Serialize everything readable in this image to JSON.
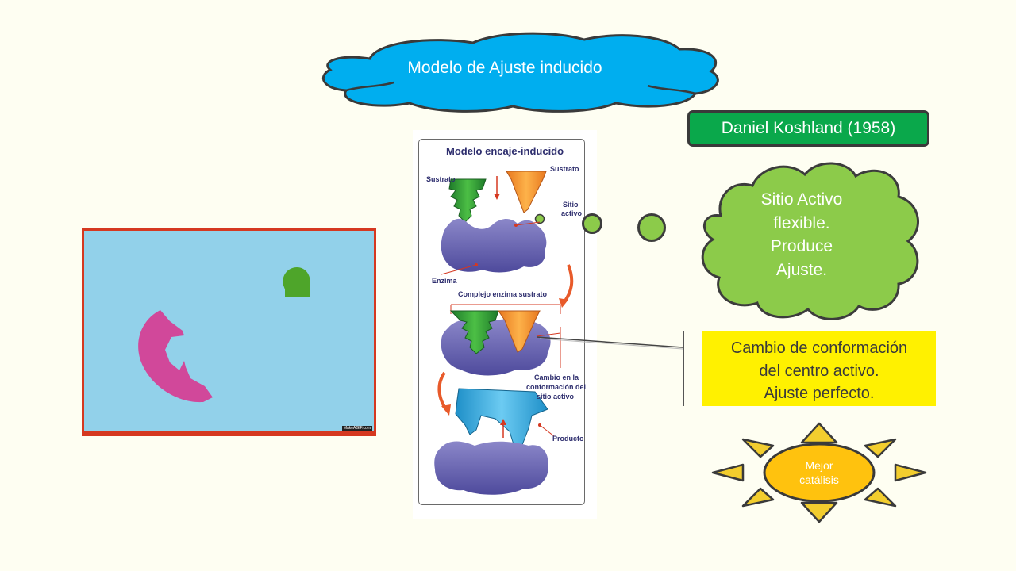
{
  "title": "Modelo de Ajuste inducido",
  "author_box": "Daniel Koshland (1958)",
  "thought_bubble": {
    "line1": "Sitio Activo",
    "line2": "flexible.",
    "line3": "Produce",
    "line4": "Ajuste."
  },
  "callout": {
    "line1": "Cambio de conformación",
    "line2": "del centro activo.",
    "line3": "Ajuste perfecto."
  },
  "sun": {
    "line1": "Mejor",
    "line2": "catálisis"
  },
  "animation": {
    "watermark": "MakeAGIF.com"
  },
  "figure": {
    "title": "Modelo encaje-inducido",
    "labels": {
      "sustrato_left": "Sustrato",
      "sustrato_right": "Sustrato",
      "sitio": "Sitio",
      "activo": "activo",
      "enzima": "Enzima",
      "complejo": "Complejo enzima sustrato",
      "cambio1": "Cambio en la",
      "cambio2": "conformación del",
      "cambio3": "sitio activo",
      "producto": "Producto"
    }
  },
  "colors": {
    "background": "#FEFEF2",
    "title_cloud": "#00AEEF",
    "author_box": "#0AA84B",
    "thought_bubble": "#8CCB4A",
    "callout": "#FFF100",
    "sun_body": "#FFC20E",
    "sun_ray": "#F2CD2E",
    "anim_bg": "#92D1EA",
    "anim_border": "#D53820",
    "enzyme_anim": "#D1489A",
    "substrate_anim": "#4EA52A",
    "figure_text": "#2E2E6E"
  }
}
